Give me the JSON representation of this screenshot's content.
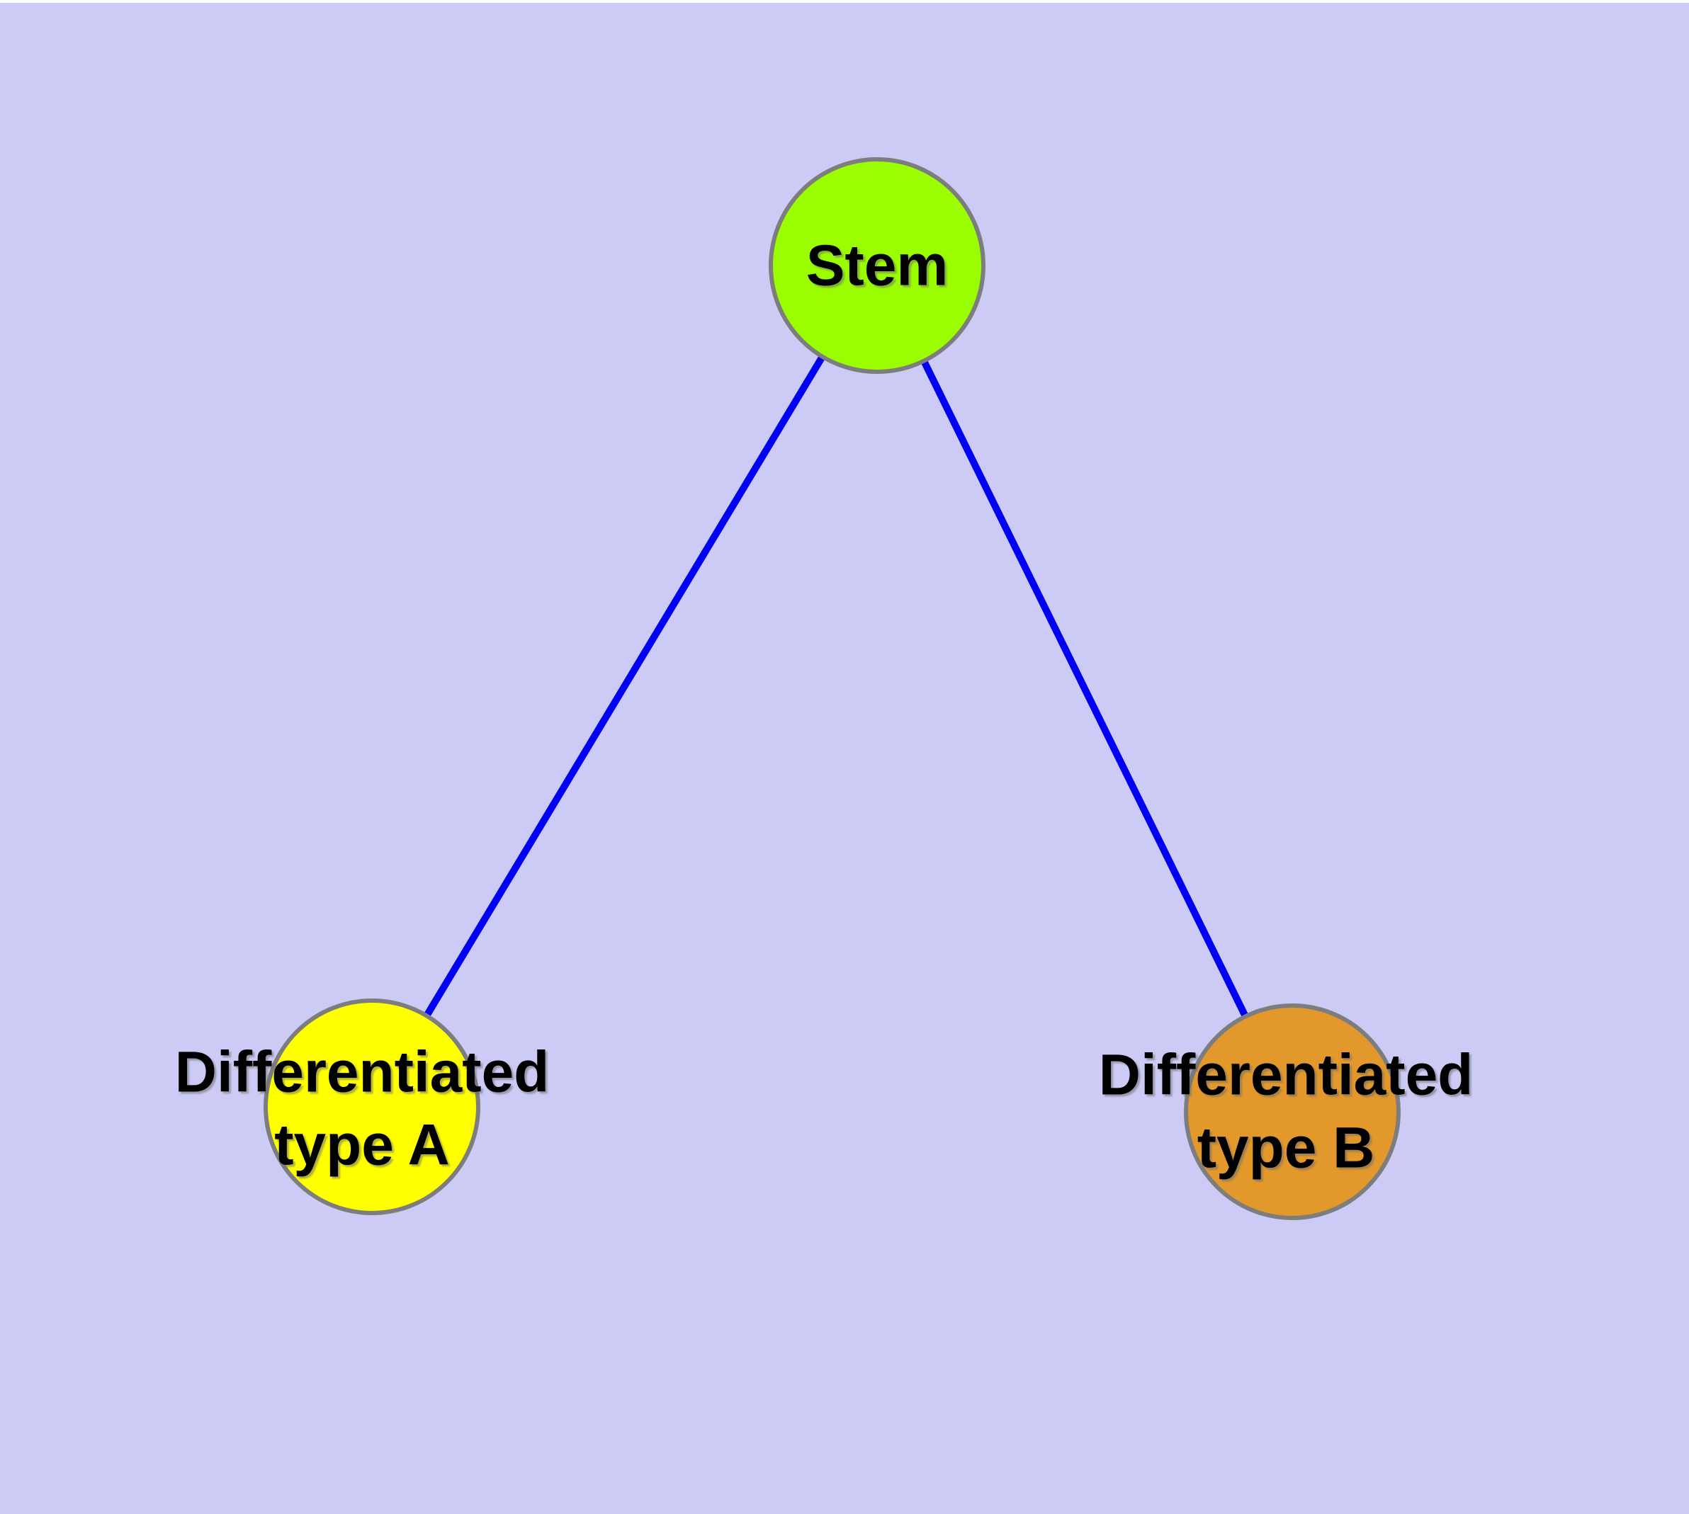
{
  "graph": {
    "title": "",
    "background_color": "#cbcbf5",
    "top_margin_color": "#ffffff",
    "edge_color": "#0000f5",
    "node_border_color": "#7d7d7d",
    "label_text_color": "#000000",
    "nodes": [
      {
        "id": "stem",
        "label": "Stem",
        "color": "#9afe00"
      },
      {
        "id": "type_a",
        "label": "Differentiated\ntype A",
        "color": "#ffff00"
      },
      {
        "id": "type_b",
        "label": "Differentiated\ntype B",
        "color": "#e2982b"
      }
    ],
    "edges": [
      {
        "from": "stem",
        "to": "type_a"
      },
      {
        "from": "stem",
        "to": "type_b"
      }
    ]
  }
}
